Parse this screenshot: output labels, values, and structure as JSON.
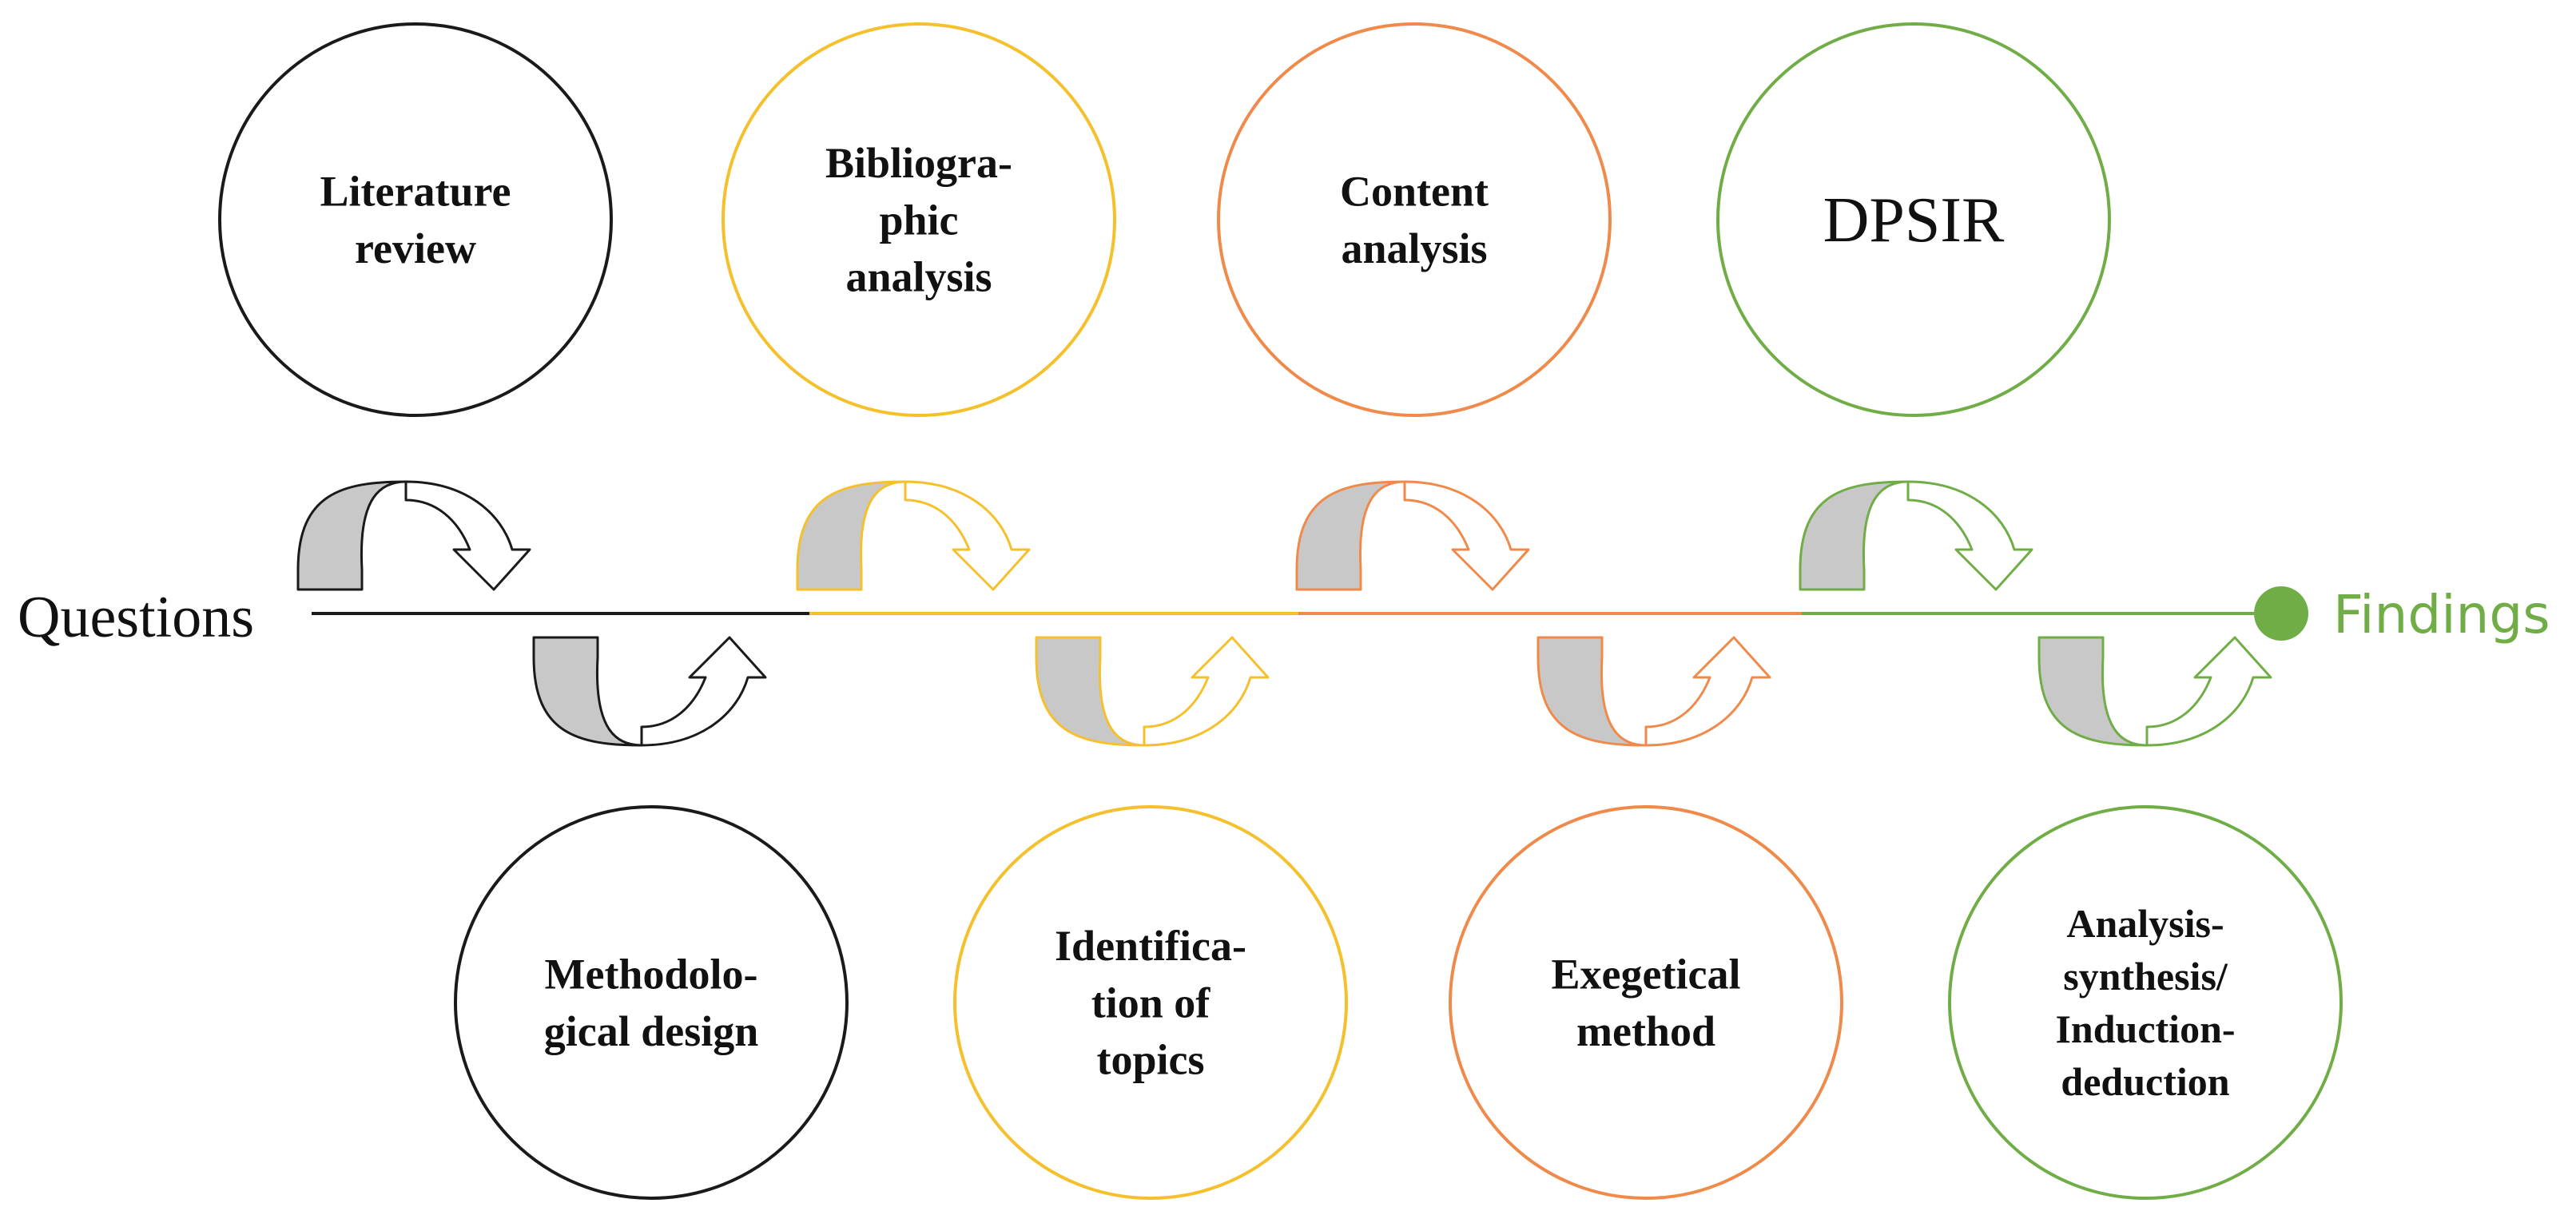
{
  "start_label": "Questions",
  "end_label": "Findings",
  "colors": {
    "stage_1": "#1a1a1a",
    "stage_2": "#f5c02c",
    "stage_3": "#f08a4b",
    "stage_4": "#70ad47",
    "arrow_fill": "#c8c8c8",
    "findings": "#70ad47"
  },
  "top_steps": [
    {
      "lines": [
        "Literature",
        "review"
      ],
      "color_key": "stage_1",
      "style": "bold"
    },
    {
      "lines": [
        "Bibliogra-",
        "phic",
        "analysis"
      ],
      "color_key": "stage_2",
      "style": "bold"
    },
    {
      "lines": [
        "Content",
        "analysis"
      ],
      "color_key": "stage_3",
      "style": "bold"
    },
    {
      "lines": [
        "DPSIR"
      ],
      "color_key": "stage_4",
      "style": "plain"
    }
  ],
  "bottom_steps": [
    {
      "lines": [
        "Methodolo-",
        "gical design"
      ],
      "color_key": "stage_1",
      "style": "bold"
    },
    {
      "lines": [
        "Identifica-",
        "tion of",
        "topics"
      ],
      "color_key": "stage_2",
      "style": "bold"
    },
    {
      "lines": [
        "Exegetical",
        "method"
      ],
      "color_key": "stage_3",
      "style": "bold"
    },
    {
      "lines": [
        "Analysis-",
        "synthesis/",
        "Induction-",
        "deduction"
      ],
      "color_key": "stage_4",
      "style": "bold"
    }
  ]
}
